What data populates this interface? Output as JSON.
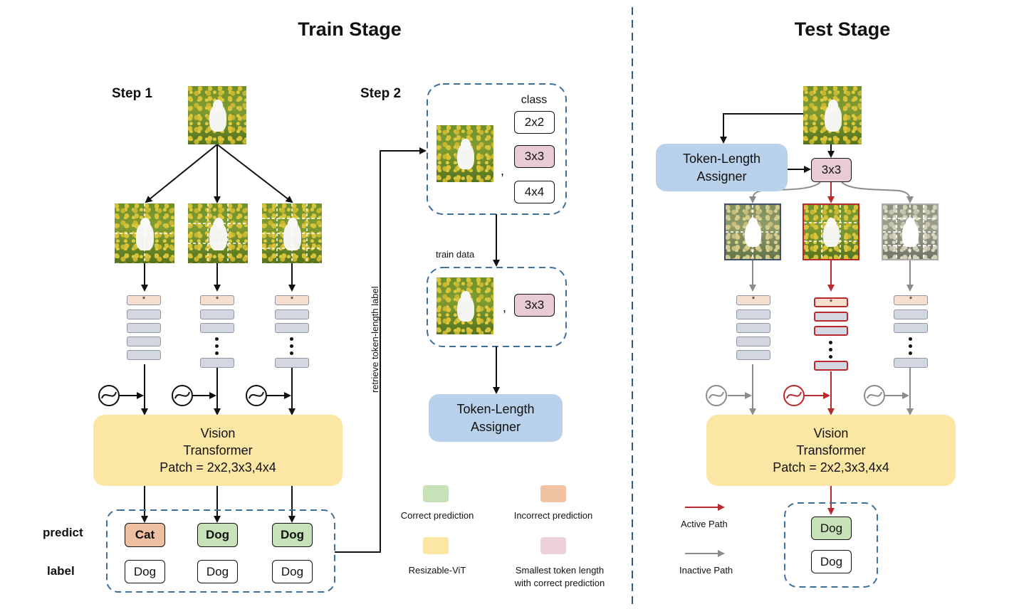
{
  "titles": {
    "train": "Train Stage",
    "test": "Test Stage"
  },
  "steps": {
    "step1": "Step 1",
    "step2": "Step 2"
  },
  "row_labels": {
    "predict": "predict",
    "label": "label"
  },
  "vit": {
    "line1": "Vision",
    "line2": "Transformer",
    "line3": "Patch = 2x2,3x3,4x4"
  },
  "assigner": {
    "line1": "Token-Length",
    "line2": "Assigner"
  },
  "step1": {
    "predictions": [
      "Cat",
      "Dog",
      "Dog"
    ],
    "labels": [
      "Dog",
      "Dog",
      "Dog"
    ]
  },
  "step2": {
    "class_header": "class",
    "classes": [
      "2x2",
      "3x3",
      "4x4"
    ],
    "comma": ",",
    "train_data_label": "train data",
    "train_class": "3x3",
    "retrieve_label": "retrieve token-length label"
  },
  "token_star": "*",
  "legend": {
    "correct": "Correct prediction",
    "incorrect": "Incorrect prediction",
    "resizable": "Resizable-ViT",
    "smallest_line1": "Smallest token length",
    "smallest_line2": "with correct prediction",
    "colors": {
      "correct": "#c7e2b8",
      "incorrect": "#f1c3a2",
      "resizable": "#fbe6a3",
      "smallest": "#ecd0d8"
    }
  },
  "test": {
    "assigned": "3x3",
    "prediction": "Dog",
    "label": "Dog",
    "active_path": "Active Path",
    "inactive_path": "Inactive Path"
  },
  "colors": {
    "active": "#b8292e",
    "inactive": "#8c8c8c",
    "dash": "#3f6f9d",
    "predict_correct": "#c7e2b8",
    "predict_wrong": "#efbfa2",
    "class_hl": "#e8cbd3"
  }
}
